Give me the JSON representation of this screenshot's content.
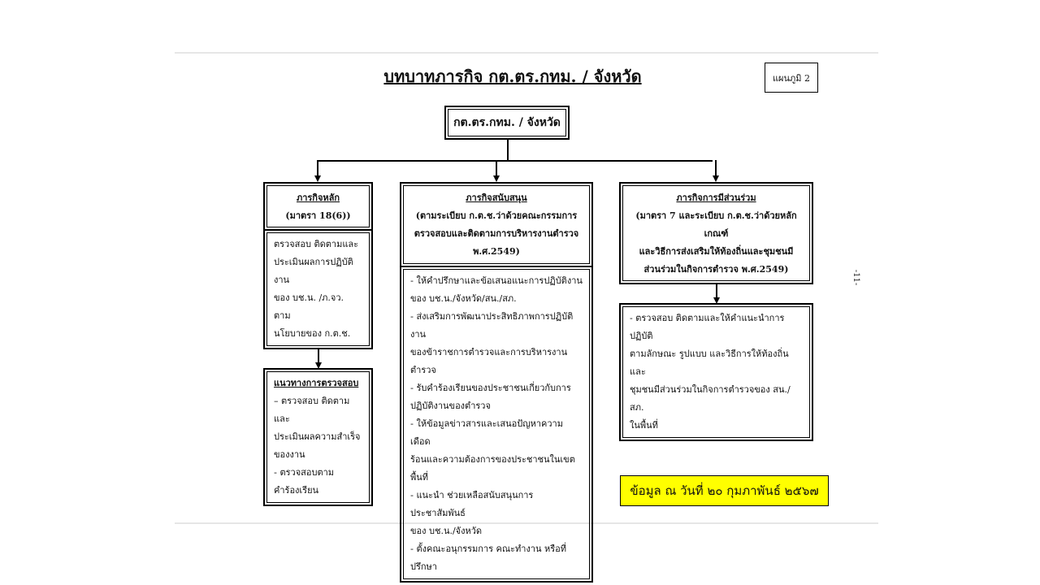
{
  "title": "บทบาทภารกิจ กต.ตร.กทม. / จังหวัด",
  "chart_number": "แผนภูมิ 2",
  "root": "กต.ตร.กทม. / จังหวัด",
  "page_marker": "-11-",
  "main_mission": {
    "heading": "ภารกิจหลัก",
    "subheading": "(มาตรา 18(6))",
    "body": [
      "ตรวจสอบ ติดตามและ",
      "ประเมินผลการปฏิบัติงาน",
      "ของ บช.น. /ภ.จว. ตาม",
      "นโยบายของ ก.ต.ช."
    ]
  },
  "inspection_guidelines": {
    "heading": "แนวทางการตรวจสอบ",
    "body": [
      "– ตรวจสอบ ติดตามและ",
      "ประเมินผลความสำเร็จ",
      "ของงาน",
      "- ตรวจสอบตาม",
      "คำร้องเรียน"
    ]
  },
  "support_mission": {
    "heading": "ภารกิจสนับสนุน",
    "subheading": [
      "(ตามระเบียบ ก.ต.ช.ว่าด้วยคณะกรรมการ",
      "ตรวจสอบและติดตามการบริหารงานตำรวจ",
      "พ.ศ.2549)"
    ],
    "body": [
      "- ให้คำปรึกษาและข้อเสนอแนะการปฏิบัติงาน",
      "ของ บช.น./จังหวัด/สน./สภ.",
      "- ส่งเสริมการพัฒนาประสิทธิภาพการปฏิบัติงาน",
      "ของข้าราชการตำรวจและการบริหารงานตำรวจ",
      "- รับคำร้องเรียนของประชาชนเกี่ยวกับการ",
      "ปฏิบัติงานของตำรวจ",
      "- ให้ข้อมูลข่าวสารและเสนอปัญหาความเดือด",
      "ร้อนและความต้องการของประชาชนในเขตพื้นที่",
      "- แนะนำ ช่วยเหลือสนับสนุนการประชาสัมพันธ์",
      "ของ บช.น./จังหวัด",
      "- ตั้งคณะอนุกรรมการ คณะทำงาน หรือที่ปรึกษา"
    ]
  },
  "participation_mission": {
    "heading": "ภารกิจการมีส่วนร่วม",
    "subheading": [
      "(มาตรา 7 และระเบียบ ก.ต.ช.ว่าด้วยหลักเกณฑ์",
      "และวิธีการส่งเสริมให้ท้องถิ่นและชุมชนมี",
      "ส่วนร่วมในกิจการตำรวจ พ.ศ.2549)"
    ],
    "body": [
      "- ตรวจสอบ ติดตามและให้คำแนะนำการปฏิบัติ",
      "ตามลักษณะ รูปแบบ และวิธีการให้ท้องถิ่นและ",
      "ชุมชนมีส่วนร่วมในกิจการตำรวจของ สน./สภ.",
      "ในพื้นที่"
    ]
  },
  "footer_note": "ข้อมูล ณ วันที่ ๒๐ กุมภาพันธ์ ๒๕๖๗",
  "colors": {
    "highlight": "#ffff00"
  }
}
